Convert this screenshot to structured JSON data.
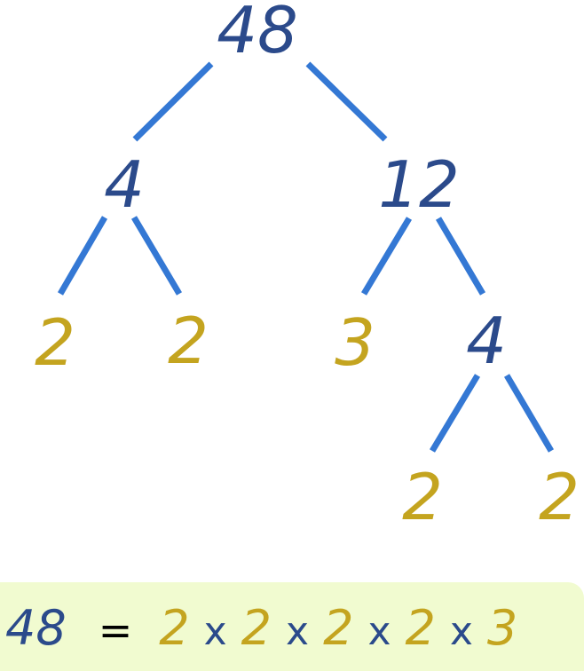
{
  "colors": {
    "composite": "#2b4a8b",
    "prime": "#c4a41f",
    "branch": "#3478d4",
    "equation_background": "#f1fbd0"
  },
  "tree": {
    "root": {
      "value": "48",
      "type": "composite"
    },
    "level1": [
      {
        "value": "4",
        "type": "composite"
      },
      {
        "value": "12",
        "type": "composite"
      }
    ],
    "level2": [
      {
        "value": "2",
        "type": "prime"
      },
      {
        "value": "2",
        "type": "prime"
      },
      {
        "value": "3",
        "type": "prime"
      },
      {
        "value": "4",
        "type": "composite"
      }
    ],
    "level3": [
      {
        "value": "2",
        "type": "prime"
      },
      {
        "value": "2",
        "type": "prime"
      }
    ],
    "branches": [
      {
        "from": "48",
        "to": "4"
      },
      {
        "from": "48",
        "to": "12"
      },
      {
        "from": "4",
        "to": "2"
      },
      {
        "from": "4",
        "to": "2"
      },
      {
        "from": "12",
        "to": "3"
      },
      {
        "from": "12",
        "to": "4"
      },
      {
        "from": "4",
        "to": "2"
      },
      {
        "from": "4",
        "to": "2"
      }
    ]
  },
  "equation": {
    "lhs": "48",
    "equals": "=",
    "factors": [
      "2",
      "2",
      "2",
      "2",
      "3"
    ],
    "operator": "x"
  }
}
